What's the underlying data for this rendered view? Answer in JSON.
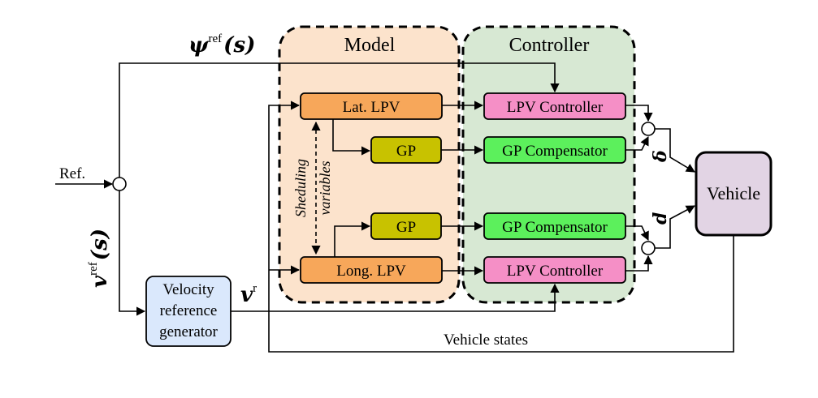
{
  "regions": {
    "model": "Model",
    "controller": "Controller"
  },
  "blocks": {
    "lat_lpv": "Lat. LPV",
    "long_lpv": "Long. LPV",
    "gp_top": "GP",
    "gp_bottom": "GP",
    "lpv_controller_top": "LPV Controller",
    "lpv_controller_bottom": "LPV Controller",
    "gp_compensator_top": "GP Compensator",
    "gp_compensator_bottom": "GP Compensator",
    "vehicle": "Vehicle",
    "velocity_generator": [
      "Velocity",
      "reference",
      "generator"
    ]
  },
  "signals": {
    "ref": "Ref.",
    "psi_base": "ψ",
    "v_base": "v",
    "ref_sup": "ref",
    "r_sup": "r",
    "s_arg": "(s)",
    "delta": "δ",
    "d": "d",
    "scheduling": [
      "Sheduling",
      "variables"
    ],
    "vehicle_states": "Vehicle states"
  },
  "colors": {
    "model_region": "#fce3cc",
    "controller_region": "#d7e8d3",
    "lpv_block": "#f7a75a",
    "gp_block": "#c8c200",
    "lpv_controller": "#f58fc6",
    "gp_compensator": "#5cf05c",
    "vehicle": "#e2d4e4",
    "velocity_generator": "#dae8fc"
  }
}
